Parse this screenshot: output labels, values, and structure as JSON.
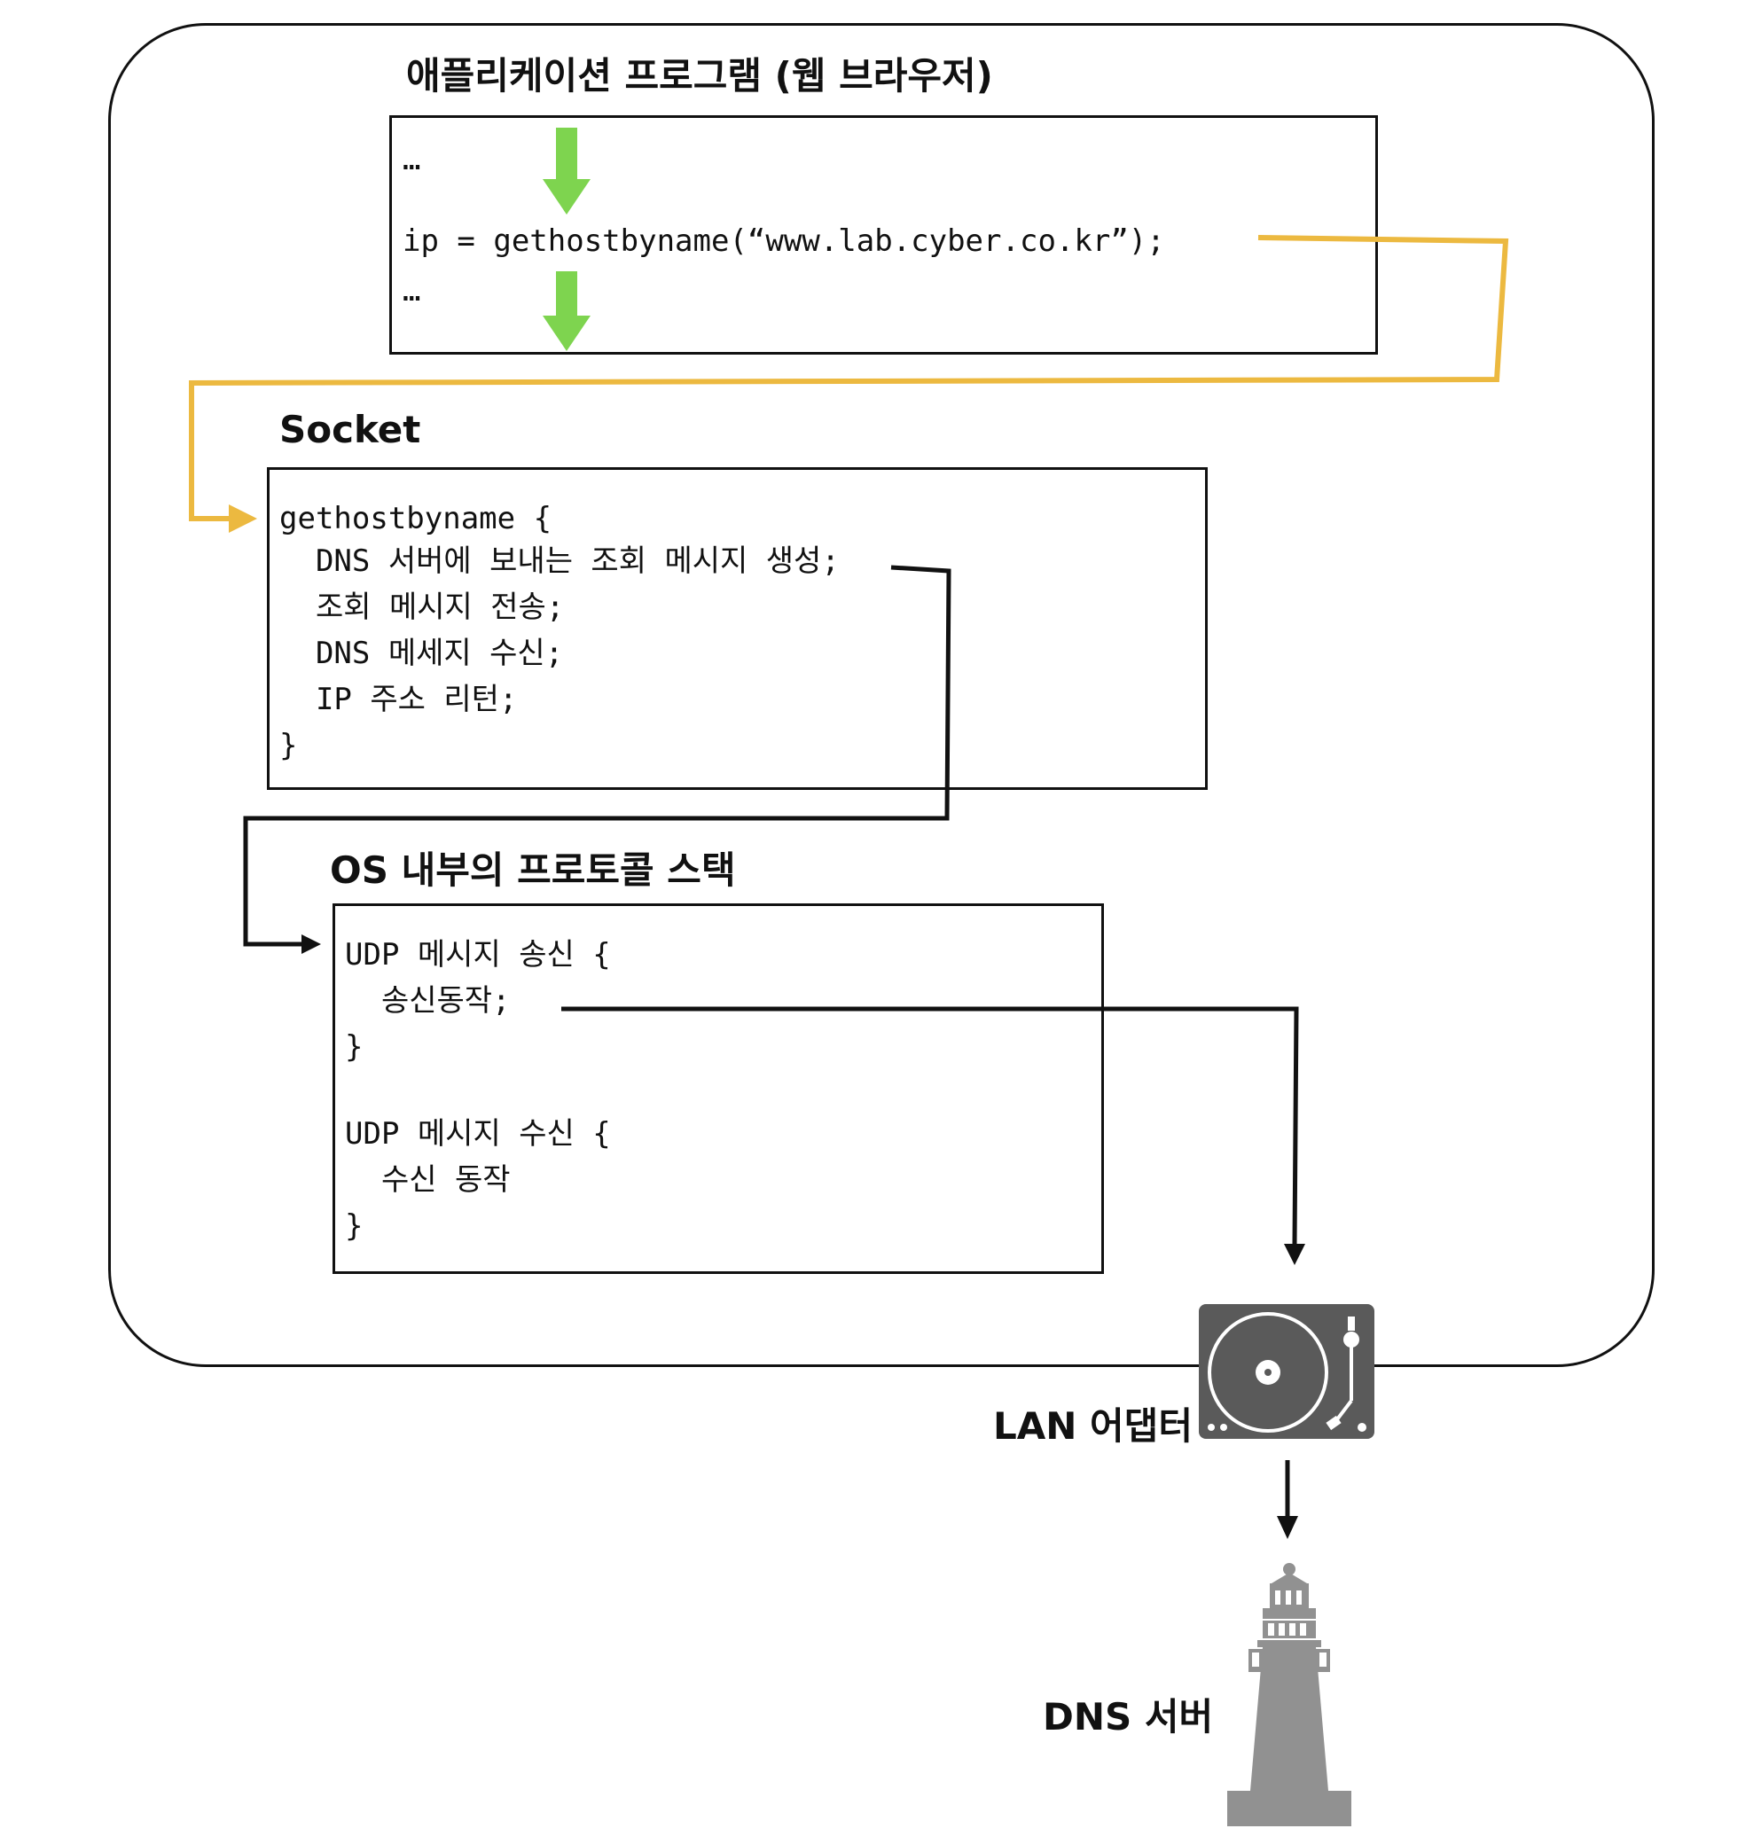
{
  "app_box": {
    "title": "애플리케이션 프로그램 (웹 브라우저)",
    "code_lines": [
      "…",
      "ip = gethostbyname(“www.lab.cyber.co.kr”);",
      "…"
    ]
  },
  "socket_box": {
    "title": "Socket",
    "code_lines": [
      "gethostbyname {",
      "  DNS 서버에 보내는 조회 메시지 생성;",
      "  조회 메시지 전송;",
      "  DNS 메세지 수신;",
      "  IP 주소 리턴;",
      "}"
    ]
  },
  "os_box": {
    "title": "OS 내부의 프로토콜 스택",
    "code_lines": [
      "UDP 메시지 송신 {",
      "  송신동작;",
      "}",
      "",
      "UDP 메시지 수신 {",
      "  수신 동작",
      "}"
    ]
  },
  "lan_adapter": {
    "label": "LAN 어댑터",
    "icon": "turntable-icon"
  },
  "dns_server": {
    "label": "DNS 서버",
    "icon": "lighthouse-icon"
  },
  "colors": {
    "green_arrow": "#7ed44f",
    "yellow_arrow": "#ecb940",
    "black_arrow": "#111111",
    "icon_dark": "#5a5a5a",
    "icon_gray": "#919191"
  }
}
